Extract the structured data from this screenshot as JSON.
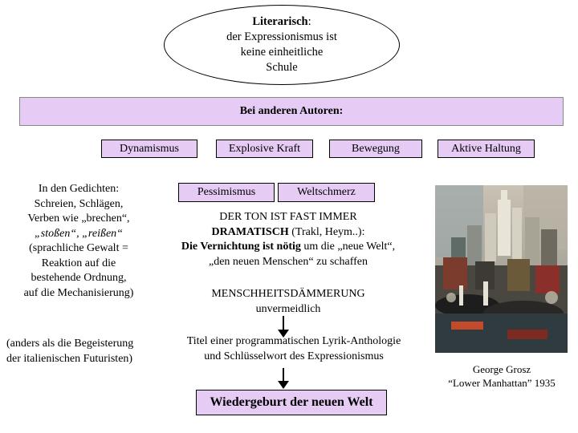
{
  "header": {
    "title_bold": "Literarisch",
    "title_colon": ":",
    "lines": [
      "der Expressionismus ist",
      "keine einheitliche",
      "Schule"
    ]
  },
  "banner": {
    "label": "Bei anderen Autoren:"
  },
  "keywords": {
    "dynamismus": "Dynamismus",
    "explosive_kraft": "Explosive Kraft",
    "bewegung": "Bewegung",
    "aktive_haltung": "Aktive Haltung",
    "pessimismus": "Pessimismus",
    "weltschmerz": "Weltschmerz"
  },
  "left_column": {
    "lines_a": [
      "In den Gedichten:",
      "Schreien, Schlägen,",
      "Verben wie „brechen“,",
      "„stoßen“, „reißen“",
      "(sprachliche Gewalt =",
      "Reaktion auf die",
      "bestehende Ordnung,",
      "auf die Mechanisierung)"
    ],
    "lines_b": [
      "(anders als die Begeisterung",
      "der italienischen Futuristen)"
    ]
  },
  "center": {
    "ton_line1": "DER TON IST FAST IMMER",
    "ton_line2_bold": "DRAMATISCH",
    "ton_line2_rest": " (Trakl, Heym..):",
    "ton_line3_bold": "Die Vernichtung ist nötig",
    "ton_line3_rest": " um die „neue Welt“,",
    "ton_line4": "„den neuen Menschen“ zu schaffen",
    "dammerung": "MENSCHHEITSDÄMMERUNG",
    "unvermeidlich": "unvermeidlich",
    "titel_line1": "Titel einer programmatischen Lyrik-Anthologie",
    "titel_line2": "und Schlüsselwort des Expressionismus",
    "final": "Wiedergeburt der neuen Welt"
  },
  "painting": {
    "artist": "George Grosz",
    "title": "“Lower Manhattan” 1935"
  },
  "colors": {
    "box_fill": "#e6cbf5",
    "border": "#000000"
  }
}
